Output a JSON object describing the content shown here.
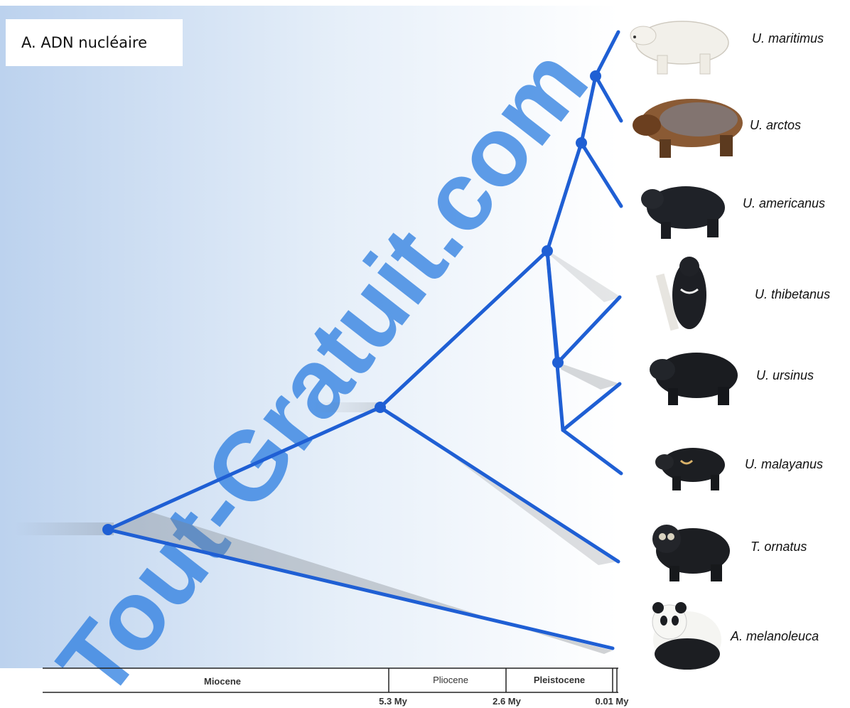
{
  "panel_title": "A. ADN nucléaire",
  "species": [
    {
      "name": "U. maritimus",
      "icon": "polar-bear-icon"
    },
    {
      "name": "U. arctos",
      "icon": "brown-bear-icon"
    },
    {
      "name": "U. americanus",
      "icon": "american-black-bear-icon"
    },
    {
      "name": "U. thibetanus",
      "icon": "asiatic-black-bear-icon"
    },
    {
      "name": "U. ursinus",
      "icon": "sloth-bear-icon"
    },
    {
      "name": "U. malayanus",
      "icon": "sun-bear-icon"
    },
    {
      "name": "T. ornatus",
      "icon": "spectacled-bear-icon"
    },
    {
      "name": "A. melanoleuca",
      "icon": "giant-panda-icon"
    }
  ],
  "timescale": {
    "epochs": [
      "Miocene",
      "Pliocene",
      "Pleistocene"
    ],
    "ticks": [
      "5.3 My",
      "2.6 My",
      "0.01 My"
    ]
  },
  "colors": {
    "branch": "#1f5fd4",
    "node": "#1f5fd4",
    "watermark": "#2f7fe0"
  },
  "watermark": "Tout-Gratuit.com"
}
